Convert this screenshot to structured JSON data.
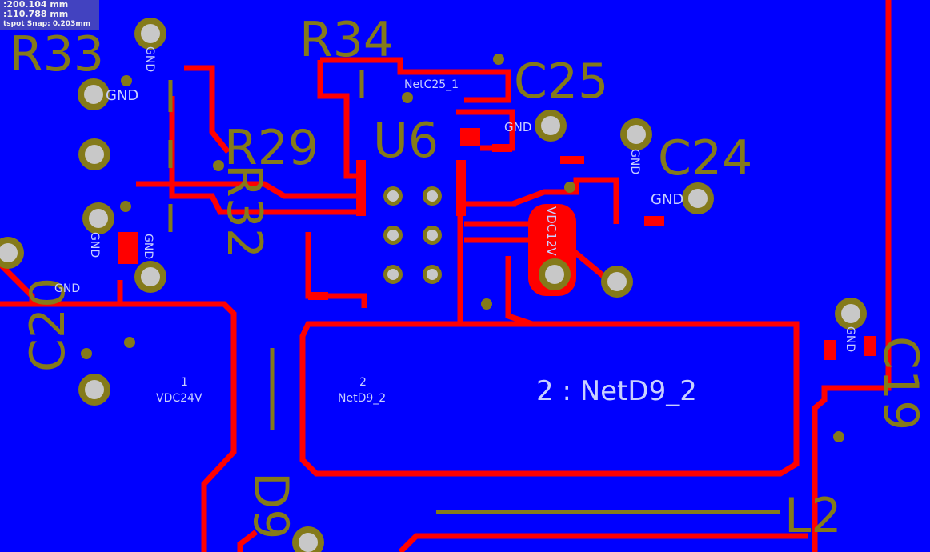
{
  "readout": {
    "x": ":200.104 mm",
    "y": ":110.788 mm",
    "snap": "tspot Snap: 0.203mm"
  },
  "designators": {
    "r33": "R33",
    "r34": "R34",
    "c25": "C25",
    "r29": "R29",
    "u6": "U6",
    "c24": "C24",
    "r32": "R32",
    "c20": "C20",
    "c19": "C19",
    "d9": "D9",
    "l2": "L2"
  },
  "pad_labels": {
    "gnd": "GND",
    "netc25": "NetC25_1",
    "vdc12": "VDC12V",
    "pad1_num": "1",
    "pad1_net": "VDC24V",
    "pad2_num": "2",
    "pad2_net": "NetD9_2",
    "net_d9": "2 : NetD9_2"
  },
  "colors": {
    "board": "#0000ff",
    "copper": "#ff0000",
    "silkscreen": "#847a1a",
    "pad_hole": "#c8c8c8",
    "via_ring": "#847a1a"
  }
}
